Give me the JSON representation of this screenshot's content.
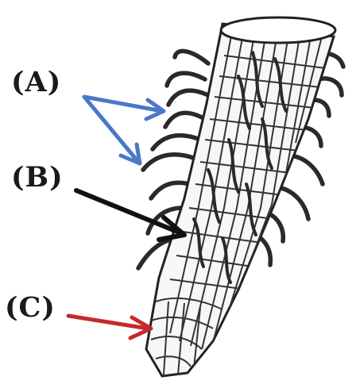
{
  "labels": {
    "a": "(A)",
    "b": "(B)",
    "c": "(C)"
  },
  "colors": {
    "background": "#ffffff",
    "ink": "#1a1a1a",
    "arrow_a": "#4a78c8",
    "arrow_b": "#111111",
    "arrow_c": "#c42a2a"
  }
}
